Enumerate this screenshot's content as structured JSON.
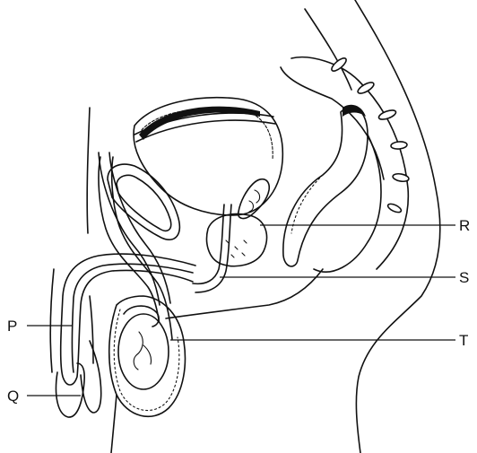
{
  "labels": {
    "P": "P",
    "Q": "Q",
    "R": "R",
    "S": "S",
    "T": "T"
  }
}
